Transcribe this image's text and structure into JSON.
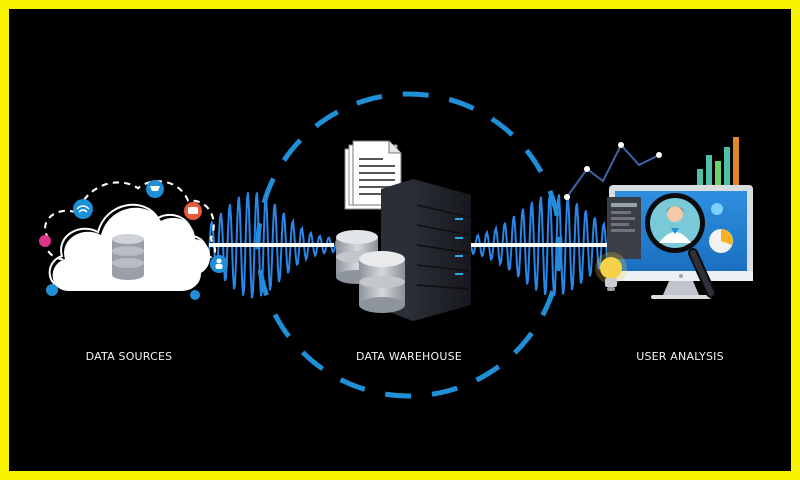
{
  "stages": [
    {
      "label": "DATA SOURCES",
      "icon": "cloud-database-icon"
    },
    {
      "label": "DATA WAREHOUSE",
      "icon": "server-rack-icon"
    },
    {
      "label": "USER ANALYSIS",
      "icon": "monitor-analytics-icon"
    }
  ],
  "colors": {
    "frame": "#f7f200",
    "background": "#000000",
    "accent_blue": "#1f8fd8",
    "wave_blue": "#2a86e6",
    "connector": "#ffffff",
    "label": "#f2f2f2"
  }
}
